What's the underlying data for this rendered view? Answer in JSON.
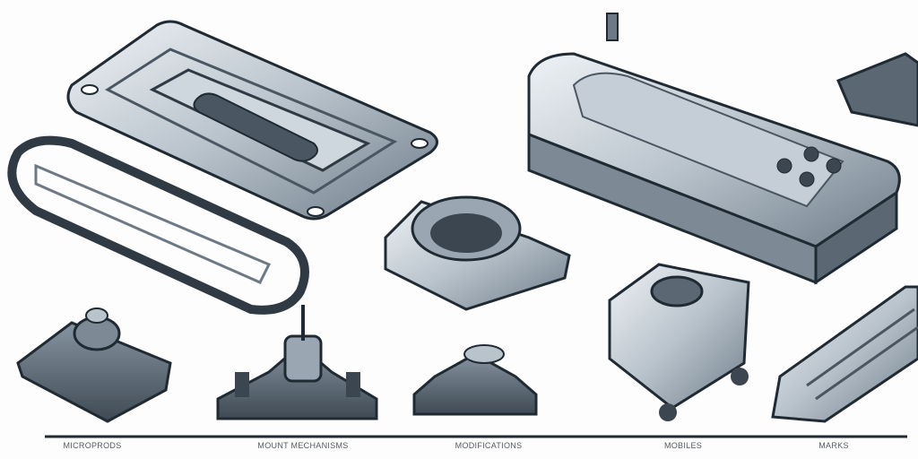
{
  "labels": [
    "MICROPRODS",
    "MOUNT MECHANISMS",
    "MODIFICATIONS",
    "MOBILES",
    "MARKS"
  ],
  "colors": {
    "metal_dark": "#3c4650",
    "metal_mid": "#7d8a96",
    "metal_light": "#d7dde3",
    "outline": "#1f2a33",
    "highlight": "#f4f7f9"
  }
}
